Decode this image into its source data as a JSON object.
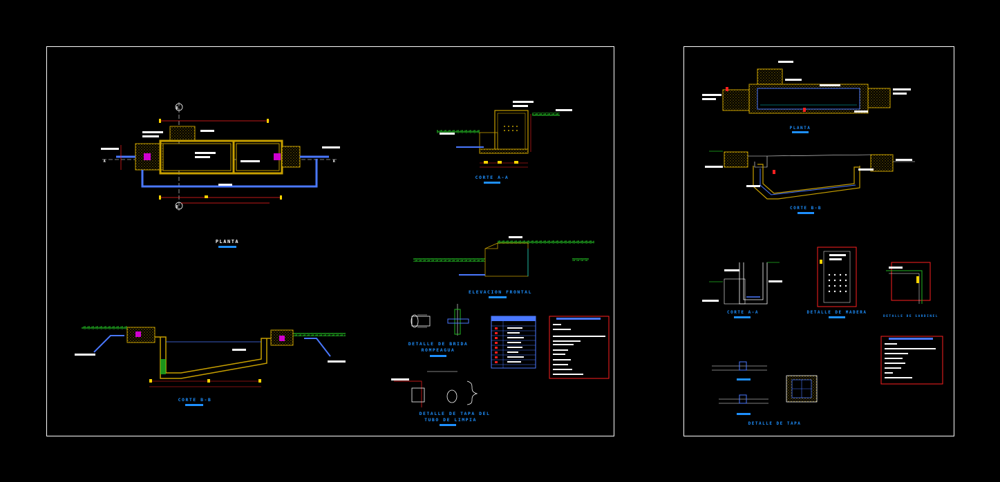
{
  "colors": {
    "background": "#000000",
    "frame": "#ffffff",
    "title": "#1e90ff",
    "structure": "#c8a000",
    "pipe": "#4a78ff",
    "dimension": "#ff2020",
    "dim_tick": "#ffd400",
    "ground": "#22b822",
    "cyan": "#00c8c8"
  },
  "sheet1": {
    "planta_title": "PLANTA",
    "corte_aa_title": "CORTE A-A",
    "elevacion_title": "ELEVACION FRONTAL",
    "corte_bb_title": "CORTE B-B",
    "brida_title_1": "DETALLE DE BRIDA",
    "brida_title_2": "ROMPEAGUA",
    "tapa_tubo_title_1": "DETALLE DE TAPA DEL",
    "tapa_tubo_title_2": "TUBO DE LIMPIA",
    "axis_a": "A",
    "axis_b": "B"
  },
  "sheet2": {
    "planta_title": "PLANTA",
    "corte_bb_title": "CORTE B-B",
    "corte_aa_title": "CORTE A-A",
    "madera_title": "DETALLE DE MADERA",
    "sardinel_title": "DETALLE DE SARDINEL",
    "tapa_title": "DETALLE DE TAPA"
  }
}
